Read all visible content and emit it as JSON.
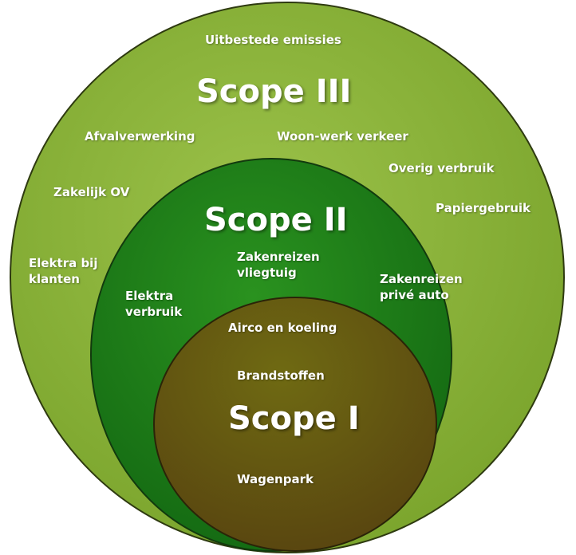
{
  "colors": {
    "scope3_fill": "#8cb33a",
    "scope2_fill": "#1d7d18",
    "scope1_fill": "#6a5d12",
    "text": "#ffffff"
  },
  "scope3": {
    "title": "Scope III",
    "items": {
      "uitbestede": "Uitbestede emissies",
      "afval": "Afvalverwerking",
      "woonwerk": "Woon-werk verkeer",
      "overig": "Overig verbruik",
      "zakelijk_ov": "Zakelijk OV",
      "papier": "Papiergebruik",
      "elektra_klanten": "Elektra bij\nklanten"
    }
  },
  "scope2": {
    "title": "Scope II",
    "items": {
      "vliegtuig": "Zakenreizen\nvliegtuig",
      "prive_auto": "Zakenreizen\nprivé auto",
      "elektra_verbruik": "Elektra\nverbruik"
    }
  },
  "scope1": {
    "title": "Scope I",
    "items": {
      "airco": "Airco en koeling",
      "brandstoffen": "Brandstoffen",
      "wagenpark": "Wagenpark"
    }
  }
}
